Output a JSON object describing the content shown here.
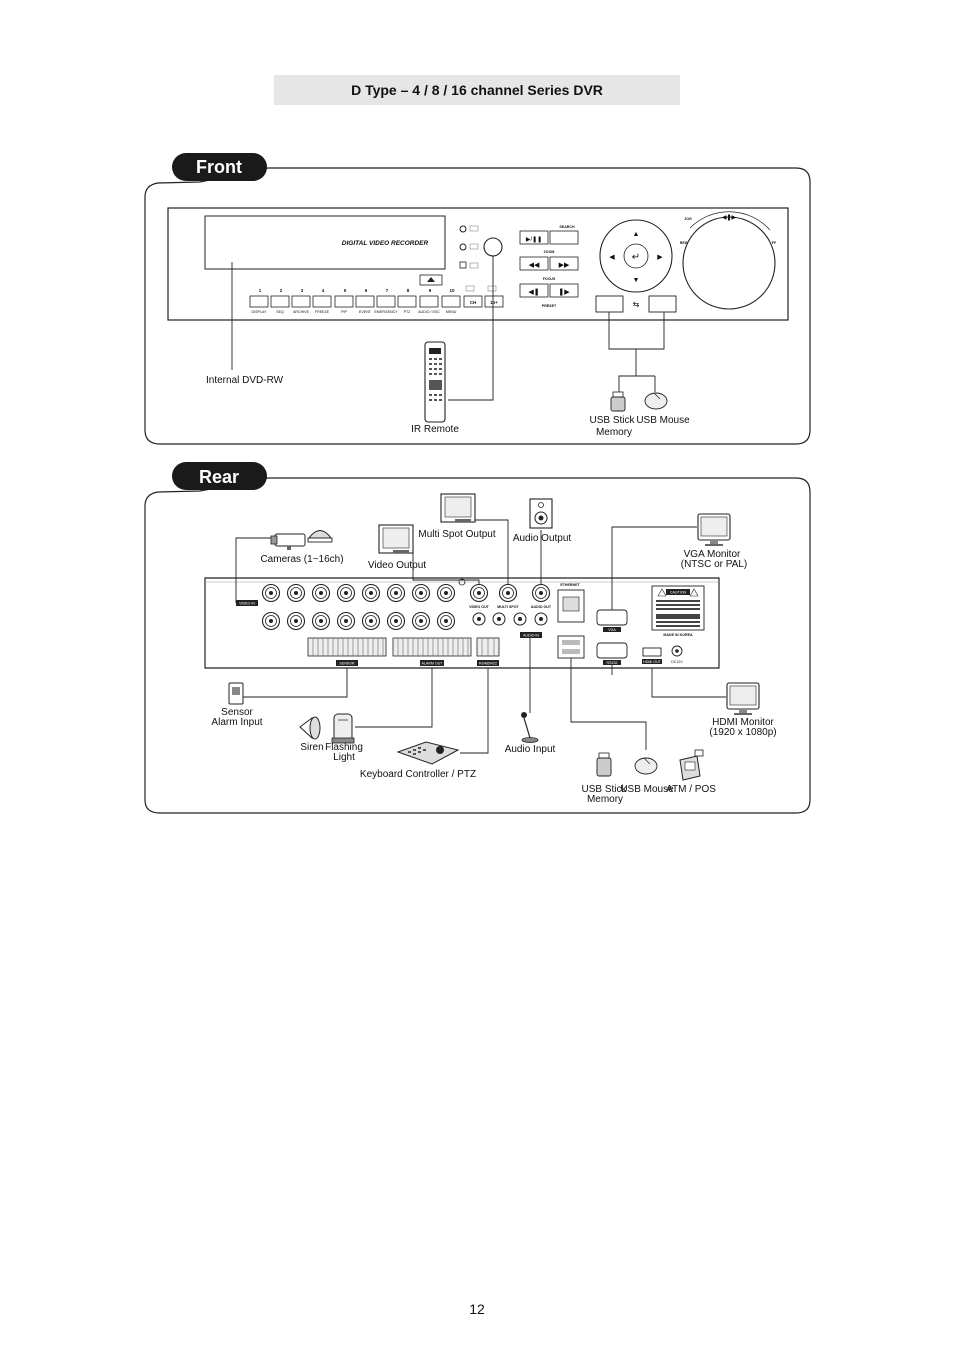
{
  "document": {
    "title": "D Type – 4 / 8 / 16 channel Series DVR",
    "page_number": "12"
  },
  "front": {
    "tab_label": "Front",
    "device_label": "DIGITAL VIDEO RECORDER",
    "buttons": [
      {
        "num": "1",
        "label": "DISPLAY"
      },
      {
        "num": "2",
        "label": "SEQ"
      },
      {
        "num": "3",
        "label": "ARCHIVE"
      },
      {
        "num": "4",
        "label": "FREEZE"
      },
      {
        "num": "5",
        "label": "PIP"
      },
      {
        "num": "6",
        "label": "EVENT"
      },
      {
        "num": "7",
        "label": "EMERGENCY"
      },
      {
        "num": "8",
        "label": "PTZ"
      },
      {
        "num": "9",
        "label": "AUDIO / ESC"
      },
      {
        "num": "10",
        "label": "MENU"
      }
    ],
    "ch_label": "CH",
    "ten_plus_label": "10+",
    "search_label": "SEARCH",
    "zoom_label": "ZOOM",
    "focus_label": "FOCUS",
    "preset_label": "PRESET",
    "jog_label": "JOG",
    "rew_label": "REW",
    "ff_label": "FF",
    "callouts": {
      "dvd": "Internal DVD-RW",
      "remote": "IR Remote",
      "usb_stick_line1": "USB Stick",
      "usb_stick_line2": "Memory",
      "usb_mouse": "USB Mouse"
    }
  },
  "rear": {
    "tab_label": "Rear",
    "panel_labels": {
      "video_in": "VIDEO IN",
      "video_out": "VIDEO OUT",
      "multi_spot": "MULTI SPOT",
      "audio_out": "AUDIO OUT",
      "audio_in": "AUDIO IN",
      "ethernet": "ETHERNET",
      "vga": "VGA",
      "rs232": "RS232",
      "hdmi": "HDMI OUT",
      "dc": "DC12V",
      "sensor": "SENSOR",
      "alarm": "ALARM OUT",
      "rs485": "RS485/422",
      "caution": "CAUTION",
      "made_in": "MADE IN KOREA"
    },
    "callouts": {
      "cameras": "Cameras (1~16ch)",
      "video_output": "Video Output",
      "multi_spot_output": "Multi Spot Output",
      "audio_output": "Audio Output",
      "vga_monitor_line1": "VGA Monitor",
      "vga_monitor_line2": "(NTSC or PAL)",
      "sensor_line1": "Sensor",
      "sensor_line2": "Alarm Input",
      "siren": "Siren",
      "flashing_line1": "Flashing",
      "flashing_line2": "Light",
      "keyboard": "Keyboard Controller / PTZ",
      "audio_input": "Audio Input",
      "hdmi_monitor_line1": "HDMI Monitor",
      "hdmi_monitor_line2": "(1920 x 1080p)",
      "usb_stick_line1": "USB Stick",
      "usb_stick_line2": "Memory",
      "usb_mouse": "USB Mouse",
      "atm_pos": "ATM / POS"
    }
  }
}
